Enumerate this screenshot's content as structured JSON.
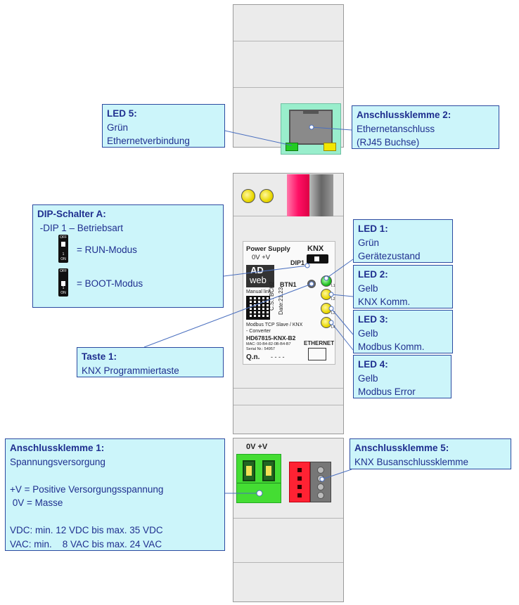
{
  "callouts": {
    "led5": {
      "title": "LED 5:",
      "lines": [
        "Grün",
        "Ethernetverbindung"
      ]
    },
    "terminal2": {
      "title": "Anschlussklemme 2:",
      "lines": [
        "Ethernetanschluss",
        "(RJ45 Buchse)"
      ]
    },
    "dip_a": {
      "title": "DIP-Schalter A:",
      "line1": " -DIP 1 – Betriebsart",
      "run": "= RUN-Modus",
      "boot": "= BOOT-Modus"
    },
    "led1": {
      "title": "LED 1:",
      "lines": [
        "Grün",
        "Gerätezustand"
      ]
    },
    "led2": {
      "title": "LED 2:",
      "lines": [
        "Gelb",
        "KNX Komm."
      ]
    },
    "led3": {
      "title": "LED 3:",
      "lines": [
        "Gelb",
        "Modbus Komm."
      ]
    },
    "led4": {
      "title": "LED 4:",
      "lines": [
        "Gelb",
        "Modbus Error"
      ]
    },
    "button1": {
      "title": "Taste 1:",
      "lines": [
        "KNX Programmiertaste"
      ]
    },
    "terminal1": {
      "title": "Anschlussklemme 1:",
      "lines": [
        "Spannungsversorgung",
        "",
        "+V = Positive Versorgungsspannung",
        " 0V = Masse",
        "",
        "VDC: min. 12 VDC bis max. 35 VDC",
        "VAC: min.    8 VAC bis max. 24 VAC"
      ]
    },
    "terminal5": {
      "title": "Anschlussklemme 5:",
      "lines": [
        "KNX Busanschlussklemme"
      ]
    }
  },
  "label": {
    "power_supply": "Power Supply",
    "voltage": "0V    +V",
    "knx": "KNX",
    "dip1": "DIP1",
    "btn1": "BTN1",
    "logo_top": "AD",
    "logo_bottom": "web",
    "manual_link": "Manual link",
    "cs": "C.S.: BCH2",
    "date": "Date:21.23",
    "desc": "Modbus TCP Slave / KNX",
    "converter": "- Converter",
    "model": "HD67815-KNX-B2",
    "mac": "MAC: 00-B4-82-0B-B4-B7",
    "serial": "Serial Nr.: 54957",
    "ethernet": "ETHERNET",
    "qn": "Q.n.",
    "qn_value": "- - - -",
    "bottom_terminal": "0V +V",
    "dip_off": "OFF",
    "dip_on": "ON",
    "dip_one": "1",
    "led_marks": [
      "L1",
      "L2",
      "L3",
      "L4"
    ]
  },
  "colors": {
    "callout_bg": "#ccf5fa",
    "callout_border": "#2b4aa0",
    "callout_text": "#1f2f8f",
    "led_green": "#20c020",
    "led_yellow": "#e9d800",
    "terminal_green": "#44dd33",
    "terminal_red": "#ff1144",
    "rj45_green": "#99eecc"
  }
}
